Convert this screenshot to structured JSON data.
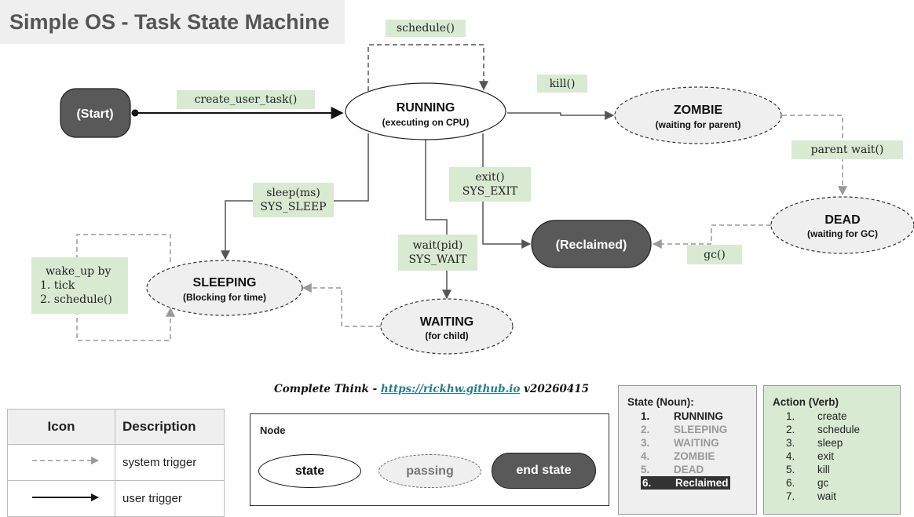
{
  "title": "Simple OS - Task State Machine",
  "nodes": {
    "start": "(Start)",
    "running": {
      "name": "RUNNING",
      "sub": "(executing on CPU)"
    },
    "zombie": {
      "name": "ZOMBIE",
      "sub": "(waiting for parent)"
    },
    "dead": {
      "name": "DEAD",
      "sub": "(waiting for GC)"
    },
    "reclaimed": "(Reclaimed)",
    "sleeping": {
      "name": "SLEEPING",
      "sub": "(Blocking for time)"
    },
    "waiting": {
      "name": "WAITING",
      "sub": "(for child)"
    }
  },
  "edges": {
    "schedule": "schedule()",
    "create_user_task": "create_user_task()",
    "kill": "kill()",
    "parent_wait": "parent wait()",
    "gc": "gc()",
    "exit_line1": "exit()",
    "exit_line2": "SYS_EXIT",
    "sleep_line1": "sleep(ms)",
    "sleep_line2": "SYS_SLEEP",
    "wait_line1": "wait(pid)",
    "wait_line2": "SYS_WAIT",
    "wakeup_line1": "wake_up by",
    "wakeup_line2": "1. tick",
    "wakeup_line3": "2. schedule()"
  },
  "credit": {
    "prefix": "Complete Think - ",
    "link": "https://rickhw.github.io",
    "version": " v20260415"
  },
  "legend": {
    "header_icon": "Icon",
    "header_description": "Description",
    "rows": [
      {
        "icon": "dashed-arrow-icon",
        "description": "system trigger"
      },
      {
        "icon": "solid-arrow-icon",
        "description": "user trigger"
      }
    ]
  },
  "node_legend": {
    "title": "Node",
    "state": "state",
    "passing": "passing",
    "end_state": "end state"
  },
  "state_panel": {
    "title": "State (Noun):",
    "items": [
      {
        "num": "1.",
        "label": "RUNNING",
        "style": "active"
      },
      {
        "num": "2.",
        "label": "SLEEPING",
        "style": "muted"
      },
      {
        "num": "3.",
        "label": "WAITING",
        "style": "muted"
      },
      {
        "num": "4.",
        "label": "ZOMBIE",
        "style": "muted"
      },
      {
        "num": "5.",
        "label": "DEAD",
        "style": "muted"
      },
      {
        "num": "6.",
        "label": "Reclaimed",
        "style": "selected"
      }
    ]
  },
  "action_panel": {
    "title": "Action (Verb)",
    "items": [
      {
        "num": "1.",
        "label": "create"
      },
      {
        "num": "2.",
        "label": "schedule"
      },
      {
        "num": "3.",
        "label": "sleep"
      },
      {
        "num": "4.",
        "label": "exit"
      },
      {
        "num": "5.",
        "label": "kill"
      },
      {
        "num": "6.",
        "label": "gc"
      },
      {
        "num": "7.",
        "label": "wait"
      }
    ]
  },
  "colors": {
    "title_bg": "#efefef",
    "label_bg": "#d9ead3",
    "end_state_fill": "#595959",
    "passing_fill": "#efefef",
    "line_user": "#111111",
    "line_system": "#999999",
    "line_solid_gray": "#555555",
    "link": "#2b7a8c"
  }
}
